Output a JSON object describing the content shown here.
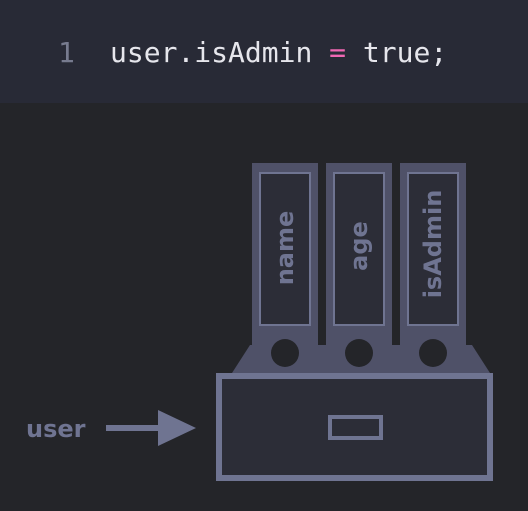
{
  "code": {
    "line_number": "1",
    "object": "user",
    "dot": ".",
    "property": "isAdmin",
    "operator": "=",
    "value": "true",
    "terminator": ";"
  },
  "diagram": {
    "object_label": "user",
    "folders": [
      "name",
      "age",
      "isAdmin"
    ],
    "colors": {
      "outline": "#6f7491",
      "fill": "#2c2d37",
      "background": "#242529",
      "code_background": "#282a36",
      "operator": "#f068b3"
    }
  }
}
